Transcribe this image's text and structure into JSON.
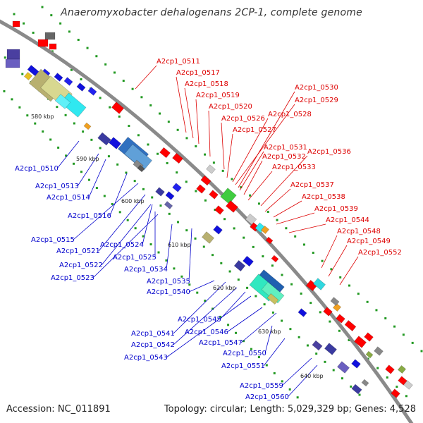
{
  "title": "Anaeromyxobacter dehalogenans 2CP-1, complete genome",
  "footer": {
    "accession": "Accession: NC_011891",
    "summary": "Topology: circular; Length: 5,029,329 bp; Genes: 4,528"
  },
  "colors": {
    "forward_label": "#dd0000",
    "reverse_label": "#0000cc",
    "backbone": "#8a8a8a",
    "tick": "#229922"
  },
  "kbp_ticks": [
    "580 kbp",
    "590 kbp",
    "600 kbp",
    "610 kbp",
    "620 kbp",
    "630 kbp",
    "640 kbp"
  ],
  "forward_genes": [
    "A2cp1_0511",
    "A2cp1_0517",
    "A2cp1_0518",
    "A2cp1_0519",
    "A2cp1_0520",
    "A2cp1_0526",
    "A2cp1_0527",
    "A2cp1_0528",
    "A2cp1_0529",
    "A2cp1_0530",
    "A2cp1_0531",
    "A2cp1_0532",
    "A2cp1_0533",
    "A2cp1_0536",
    "A2cp1_0537",
    "A2cp1_0538",
    "A2cp1_0539",
    "A2cp1_0544",
    "A2cp1_0548",
    "A2cp1_0549",
    "A2cp1_0552"
  ],
  "reverse_genes": [
    "A2cp1_0510",
    "A2cp1_0513",
    "A2cp1_0514",
    "A2cp1_0516",
    "A2cp1_0515",
    "A2cp1_0521",
    "A2cp1_0522",
    "A2cp1_0523",
    "A2cp1_0524",
    "A2cp1_0525",
    "A2cp1_0534",
    "A2cp1_0535",
    "A2cp1_0540",
    "A2cp1_0541",
    "A2cp1_0542",
    "A2cp1_0543",
    "A2cp1_0545",
    "A2cp1_0546",
    "A2cp1_0547",
    "A2cp1_0550",
    "A2cp1_0551",
    "A2cp1_0559",
    "A2cp1_0560"
  ]
}
